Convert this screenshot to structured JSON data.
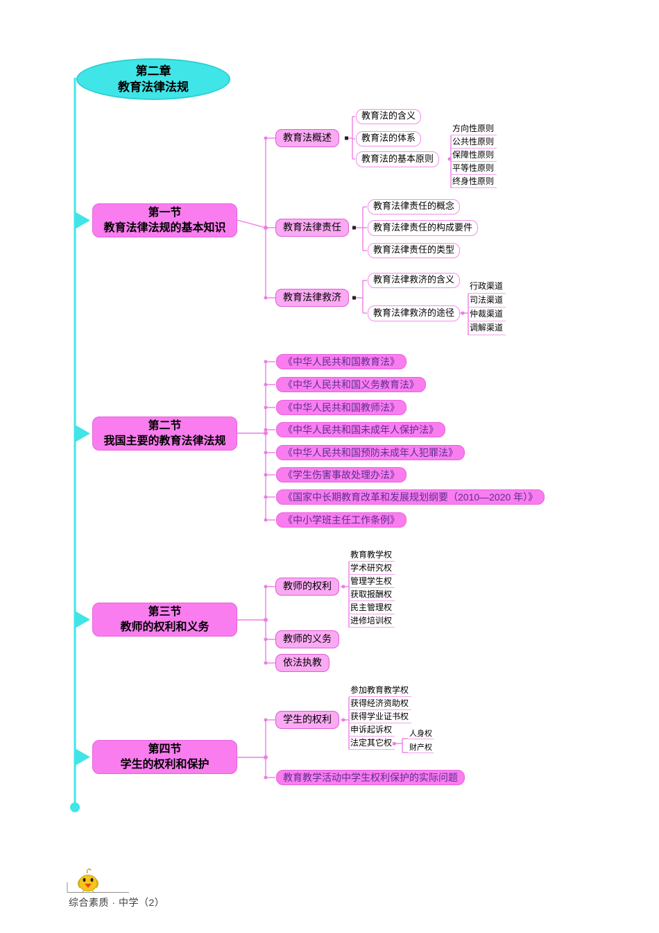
{
  "title": {
    "line1": "第二章",
    "line2": "教育法律法规"
  },
  "sections": {
    "s1": {
      "title1": "第一节",
      "title2": "教育法律法规的基本知识",
      "overview": {
        "label": "教育法概述",
        "meaning": "教育法的含义",
        "system": "教育法的体系",
        "principles_label": "教育法的基本原则",
        "principles": [
          "方向性原则",
          "公共性原则",
          "保障性原则",
          "平等性原则",
          "终身性原则"
        ]
      },
      "liability": {
        "label": "教育法律责任",
        "items": [
          "教育法律责任的概念",
          "教育法律责任的构成要件",
          "教育法律责任的类型"
        ]
      },
      "remedy": {
        "label": "教育法律救济",
        "meaning": "教育法律救济的含义",
        "channels_label": "教育法律救济的途径",
        "channels": [
          "行政渠道",
          "司法渠道",
          "仲裁渠道",
          "调解渠道"
        ]
      }
    },
    "s2": {
      "title1": "第二节",
      "title2": "我国主要的教育法律法规",
      "laws": [
        "《中华人民共和国教育法》",
        "《中华人民共和国义务教育法》",
        "《中华人民共和国教师法》",
        "《中华人民共和国未成年人保护法》",
        "《中华人民共和国预防未成年人犯罪法》",
        "《学生伤害事故处理办法》",
        "《国家中长期教育改革和发展规划纲要（2010—2020 年）》",
        "《中小学班主任工作条例》"
      ]
    },
    "s3": {
      "title1": "第三节",
      "title2": "教师的权利和义务",
      "rights_label": "教师的权利",
      "rights": [
        "教育教学权",
        "学术研究权",
        "管理学生权",
        "获取报酬权",
        "民主管理权",
        "进修培训权"
      ],
      "duties_label": "教师的义务",
      "lawful_label": "依法执教"
    },
    "s4": {
      "title1": "第四节",
      "title2": "学生的权利和保护",
      "rights_label": "学生的权利",
      "rights": [
        "参加教育教学权",
        "获得经济资助权",
        "获得学业证书权",
        "申诉起诉权",
        "法定其它权"
      ],
      "other_rights": [
        "人身权",
        "财产权"
      ],
      "practical": "教育教学活动中学生权利保护的实际问题"
    }
  },
  "footer": {
    "series": "综合素质 · 中学（2）",
    "mascot": "chick-mascot"
  },
  "colors": {
    "cyan": "#40e5e7",
    "section_fill": "#f97def",
    "branch_fill": "#faa9f3",
    "branch_border": "#e05cd4",
    "leaf_border": "#f48aec",
    "connector_pink": "#ee7ce6",
    "law_text": "#5c2d91"
  }
}
